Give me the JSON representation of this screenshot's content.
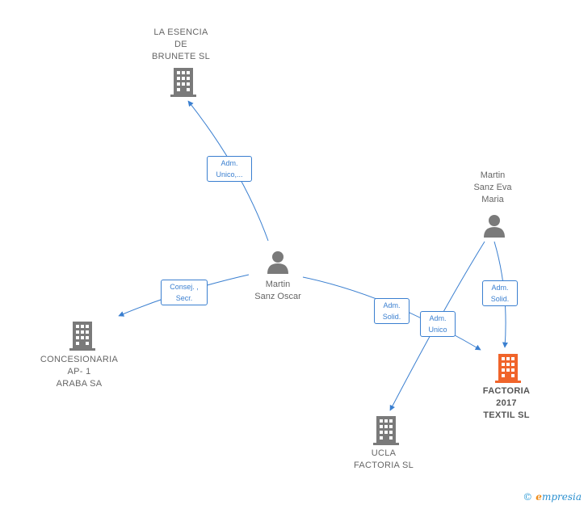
{
  "nodes": {
    "la_esencia": {
      "label": "LA ESENCIA\nDE\nBRUNETE SL",
      "type": "company"
    },
    "martin_oscar": {
      "label": "Martin\nSanz Oscar",
      "type": "person"
    },
    "martin_eva": {
      "label": "Martin\nSanz Eva\nMaria",
      "type": "person"
    },
    "concesionaria": {
      "label": "CONCESIONARIA\nAP- 1\nARABA SA",
      "type": "company"
    },
    "factoria": {
      "label": "FACTORIA\n2017\nTEXTIL  SL",
      "type": "company",
      "highlight": true
    },
    "ucla": {
      "label": "UCLA\nFACTORIA SL",
      "type": "company"
    }
  },
  "edges": {
    "oscar_esencia": "Adm.\nUnico,...",
    "oscar_concesionaria": "Consej. ,\nSecr.",
    "oscar_factoria": "Adm.\nSolid.",
    "eva_ucla": "Adm.\nUnico",
    "eva_factoria": "Adm.\nSolid."
  },
  "colors": {
    "edge": "#3a7fd0",
    "company": "#7a7a7a",
    "person": "#7a7a7a",
    "highlight": "#f0642a"
  },
  "footer": {
    "copyright": "©",
    "brand_first": "e",
    "brand_rest": "mpresia"
  }
}
